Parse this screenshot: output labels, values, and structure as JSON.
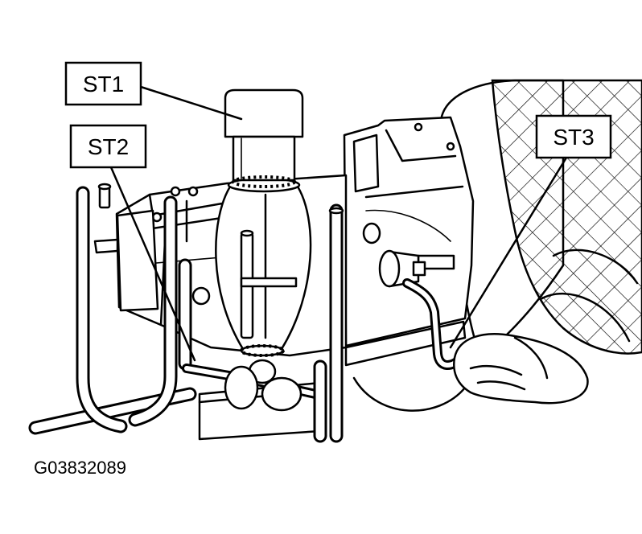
{
  "labels": {
    "st1": "ST1",
    "st2": "ST2",
    "st3": "ST3"
  },
  "figure_code": "G03832089"
}
